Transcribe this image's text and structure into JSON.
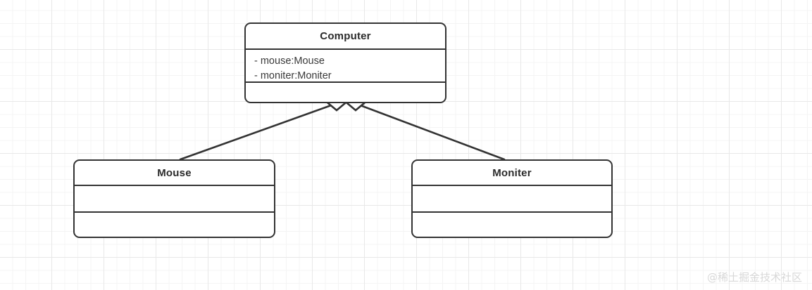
{
  "diagram": {
    "type": "uml-class-diagram",
    "watermark": "@稀土掘金技术社区",
    "colors": {
      "box_border": "#333333",
      "box_fill": "#ffffff",
      "edge": "#333333",
      "grid_minor": "#f4f4f4",
      "grid_major": "#e8e8e8",
      "watermark": "#d8d8d8"
    },
    "classes": [
      {
        "id": "computer",
        "name": "Computer",
        "attributes": [
          "- mouse:Mouse",
          "- moniter:Moniter"
        ],
        "operations": []
      },
      {
        "id": "mouse",
        "name": "Mouse",
        "attributes": [],
        "operations": []
      },
      {
        "id": "moniter",
        "name": "Moniter",
        "attributes": [],
        "operations": []
      }
    ],
    "relationships": [
      {
        "id": "computer-mouse",
        "type": "aggregation",
        "marker": "hollow-diamond",
        "from": "computer",
        "to": "mouse"
      },
      {
        "id": "computer-moniter",
        "type": "aggregation",
        "marker": "hollow-diamond",
        "from": "computer",
        "to": "moniter"
      }
    ]
  }
}
